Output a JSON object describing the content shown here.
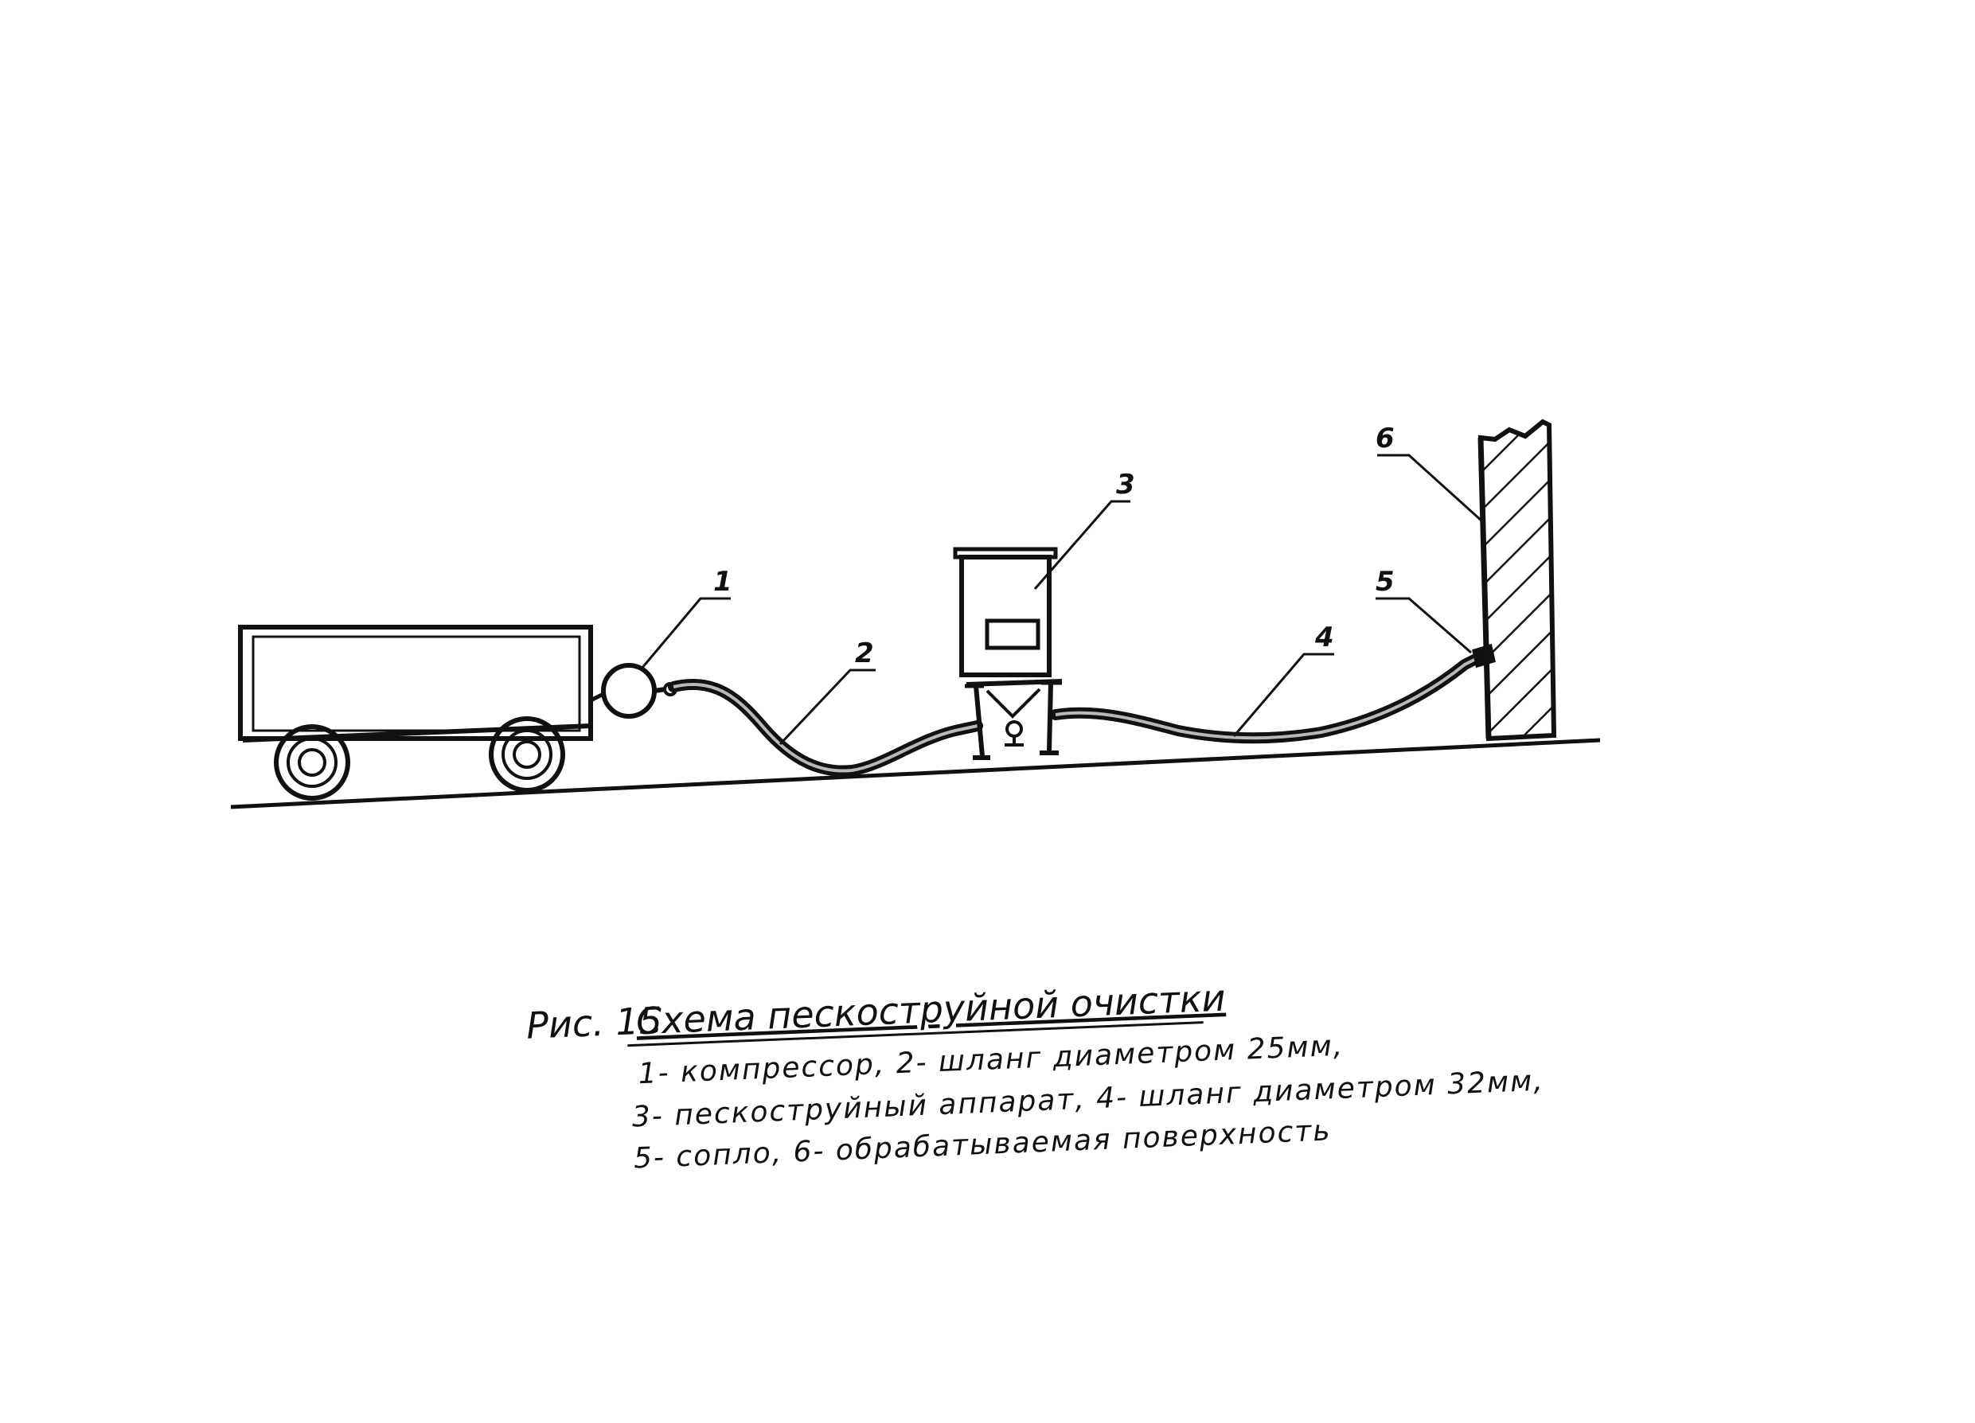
{
  "figure": {
    "labels": [
      {
        "num": "1",
        "target": "compressor"
      },
      {
        "num": "2",
        "target": "hose-25mm"
      },
      {
        "num": "3",
        "target": "sandblaster"
      },
      {
        "num": "4",
        "target": "hose-32mm"
      },
      {
        "num": "5",
        "target": "nozzle"
      },
      {
        "num": "6",
        "target": "surface"
      }
    ],
    "caption": {
      "prefix": "Рис. 15",
      "title": "Схема пескоструйной очистки",
      "lines": [
        "1- компрессор, 2- шланг диаметром 25мм,",
        "3- пескоструйный аппарат, 4- шланг диаметром 32мм,",
        "5- сопло, 6- обрабатываемая поверхность"
      ]
    }
  }
}
